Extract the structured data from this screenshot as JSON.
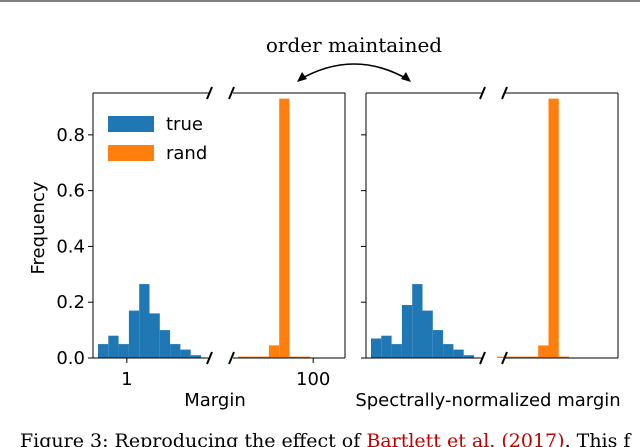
{
  "annotation": "order maintained",
  "caption": {
    "prefix": "Figure 3: Reproducing the effect of ",
    "citation": "Bartlett et al. (2017)",
    "suffix": ". This f"
  },
  "colors": {
    "true": "#1f77b4",
    "rand": "#ff7f0e",
    "citation": "#c00000"
  },
  "chart_data": [
    {
      "type": "bar",
      "subtype": "histogram-broken-x-axis",
      "title": "",
      "xlabel": "Margin",
      "ylabel": "Frequency",
      "ylim": [
        0,
        0.95
      ],
      "yticks": [
        "0.0",
        "0.2",
        "0.4",
        "0.6",
        "0.8"
      ],
      "ytick_values": [
        0.0,
        0.2,
        0.4,
        0.6,
        0.8
      ],
      "xtick_labels": [
        {
          "label": "1",
          "bin": 2
        },
        {
          "label": "100",
          "bin": 3
        }
      ],
      "legend": {
        "position": "top-left",
        "entries": [
          "true",
          "rand"
        ]
      },
      "segments": [
        {
          "series": "true",
          "values": [
            0.05,
            0.08,
            0.05,
            0.17,
            0.265,
            0.16,
            0.1,
            0.05,
            0.03,
            0.01
          ]
        },
        {
          "series": "rand",
          "values": [
            0.005,
            0.005,
            0.005,
            0.045,
            0.93,
            0.005,
            0.005
          ]
        }
      ]
    },
    {
      "type": "bar",
      "subtype": "histogram-broken-x-axis",
      "title": "",
      "xlabel": "Spectrally-normalized margin",
      "ylabel": "",
      "ylim": [
        0,
        0.95
      ],
      "yticks": [],
      "segments": [
        {
          "series": "true",
          "values": [
            0.07,
            0.08,
            0.05,
            0.19,
            0.265,
            0.17,
            0.1,
            0.05,
            0.03,
            0.01
          ]
        },
        {
          "series": "rand",
          "values": [
            0.005,
            0.005,
            0.005,
            0.005,
            0.045,
            0.93,
            0.005
          ]
        }
      ]
    }
  ]
}
